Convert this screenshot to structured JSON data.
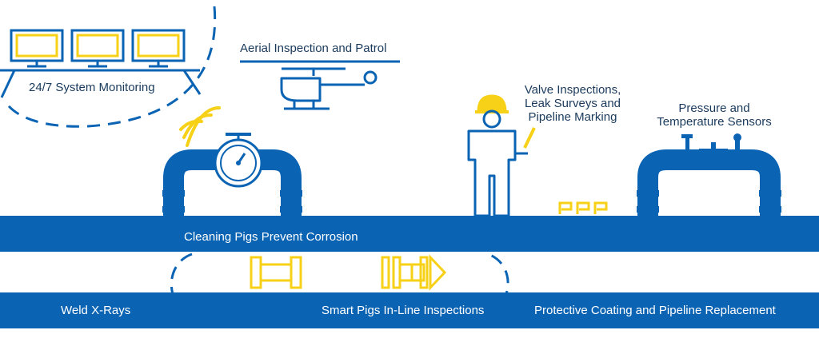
{
  "labels": {
    "monitoring": "24/7 System Monitoring",
    "aerial": "Aerial Inspection and Patrol",
    "valve_line1": "Valve Inspections,",
    "valve_line2": "Leak Surveys and",
    "valve_line3": "Pipeline Marking",
    "pressure_line1": "Pressure and",
    "pressure_line2": "Temperature Sensors",
    "cleaning_pigs": "Cleaning Pigs Prevent Corrosion",
    "weld": "Weld X-Rays",
    "smart_pigs": "Smart Pigs In-Line Inspections",
    "coating": "Protective Coating and Pipeline Replacement"
  },
  "colors": {
    "pipe_blue": "#0a63b3",
    "accent_yellow": "#f7d117",
    "text_dark": "#1a3a5c"
  },
  "icons": [
    "monitor-icon",
    "helicopter-icon",
    "signal-icon",
    "gauge-icon",
    "worker-icon",
    "marker-icon",
    "valve-icon",
    "pig-icon",
    "smart-pig-icon"
  ]
}
